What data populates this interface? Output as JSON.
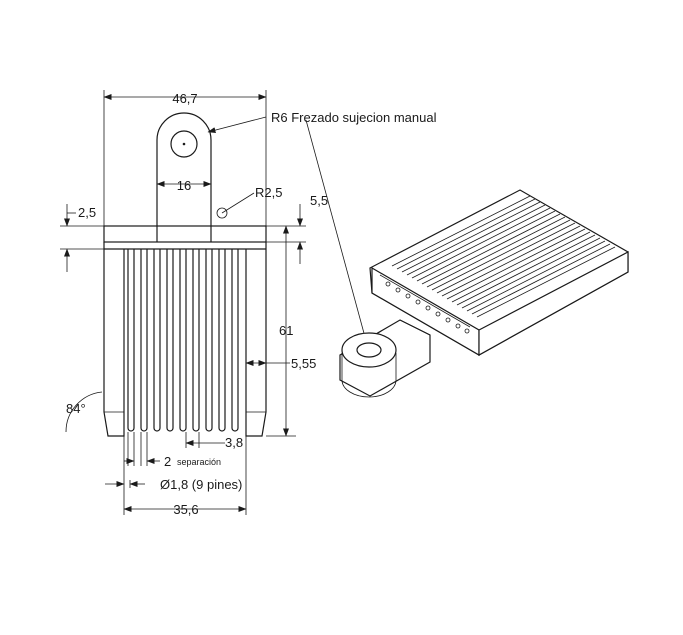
{
  "drawing": {
    "dims": {
      "overall_width": "46,7",
      "lug_width": "16",
      "fillet_radius": "R2,5",
      "top_offset_left": "2,5",
      "top_offset_right": "5,5",
      "height": "61",
      "side_gap": "5,55",
      "angle": "84°",
      "pitch": "3,8",
      "separation_value": "2",
      "separation_label": "separación",
      "pin_diameter": "Ø1,8 (9 pines)",
      "pin_span": "35,6"
    },
    "note": "R6 Frezado sujecion manual"
  }
}
